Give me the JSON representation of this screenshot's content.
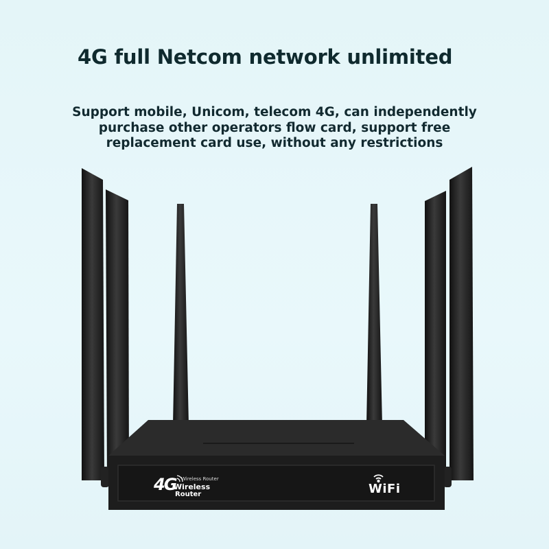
{
  "headline": "4G full Netcom network unlimited",
  "description_lines": [
    "Support mobile, Unicom, telecom 4G, can independently",
    "purchase other operators flow card, support free",
    "replacement card use, without any restrictions"
  ],
  "product": {
    "logo_4g": "4G",
    "logo_small": "Wireless Router",
    "logo_wireless": "Wireless",
    "logo_router": "Router",
    "wifi_label": "WiFi"
  },
  "colors": {
    "background": "#e6f6fa",
    "text": "#0f2a2e",
    "device": "#1e1e1e"
  }
}
